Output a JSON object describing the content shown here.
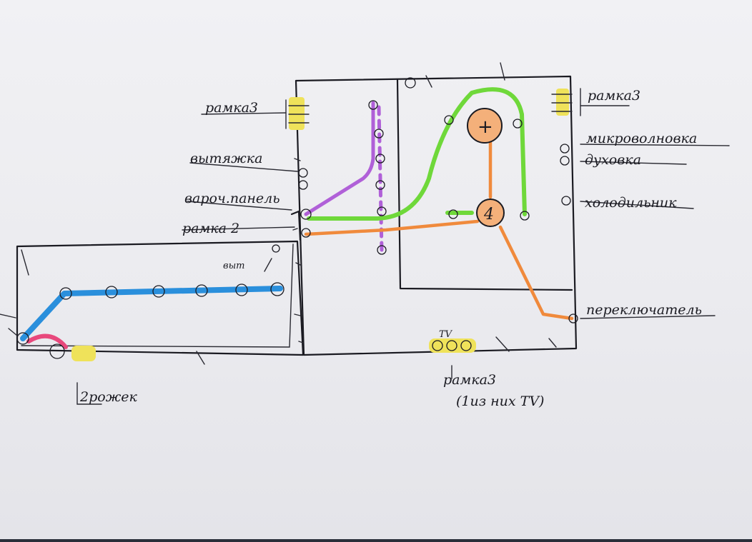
{
  "labels": {
    "ramka3_left": "рамка3",
    "vytyazhka": "вытяжка",
    "varochn_panel": "вароч.панель",
    "ramka2": "рамка 2",
    "vyt_small": "выт",
    "ramka3_right": "рамка3",
    "mikrovolnovka": "микроволновка",
    "duhovka": "духовка",
    "holodilnik": "холодильник",
    "pereklyuchatel": "переключатель",
    "tv": "TV",
    "ramka3_bottom_line1": "рамка3",
    "ramka3_bottom_line2": "(1из них TV)",
    "dvojnik": "2рожек"
  },
  "colors": {
    "paper": "#ececf0",
    "ink": "#1b1b22",
    "blue_wire": "#2a8fdc",
    "green_wire": "#6fd83a",
    "orange_wire": "#f08a3c",
    "purple_wire": "#b060d8",
    "yellow_socket": "#efe25a",
    "pink_socket": "#e8487c"
  }
}
